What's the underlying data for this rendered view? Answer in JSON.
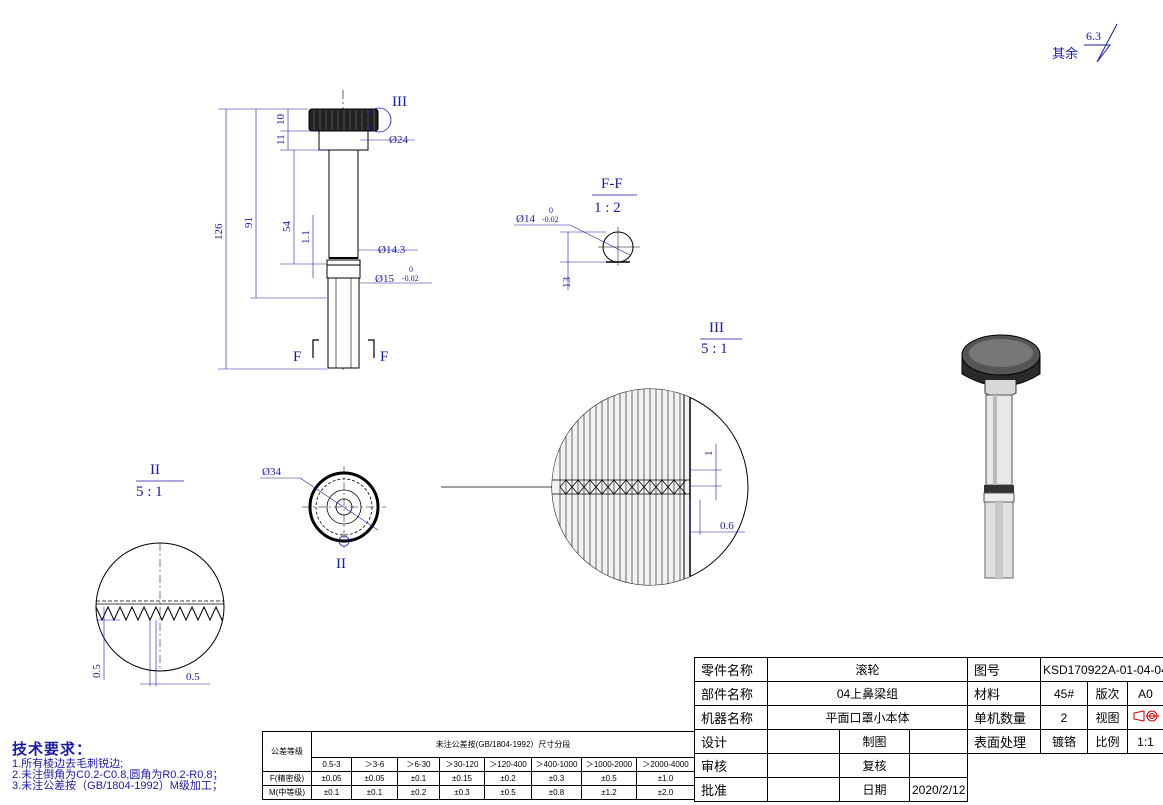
{
  "roughness": {
    "label": "其余",
    "value": "6.3"
  },
  "main_view": {
    "dims": {
      "d126": "126",
      "d91": "91",
      "d54": "54",
      "d11": "11",
      "d10": "10",
      "d1_1": "1.1"
    },
    "dia24": "Ø24",
    "dia14_3": "Ø14.3",
    "dia15": "Ø15",
    "tol15_up": "0",
    "tol15_lo": "-0.02",
    "section_mark": "F",
    "detail3_mark": "III"
  },
  "section_ff": {
    "title": "F-F",
    "scale": "1 : 2",
    "dia14": "Ø14",
    "tol_up": "0",
    "tol_lo": "-0.02",
    "dim13": "13"
  },
  "end_view": {
    "dia34": "Ø34",
    "detail2_mark": "II"
  },
  "detail_2": {
    "title": "II",
    "scale": "5 : 1",
    "d1": "0.5",
    "d2": "0.5"
  },
  "detail_3": {
    "title": "III",
    "scale": "5 : 1",
    "d1": "1",
    "d2": "0.6"
  },
  "notes": {
    "title": "技术要求：",
    "items": [
      "1.所有棱边去毛刺锐边;",
      "2.未注倒角为C0.2-C0.8,圆角为R0.2-R0.8；",
      "3.未注公差按（GB/1804-1992）M级加工；"
    ]
  },
  "tolerance_table": {
    "grade_header": "公差等级",
    "title": "未注公差按(GB/1804-1992）尺寸分段",
    "ranges": [
      "0.5-3",
      "＞3-6",
      "＞6-30",
      "＞30-120",
      "＞120-400",
      "＞400-1000",
      "＞1000-2000",
      "＞2000-4000"
    ],
    "rows": [
      {
        "grade": "F(精密级)",
        "values": [
          "±0.05",
          "±0.05",
          "±0.1",
          "±0.15",
          "±0.2",
          "±0.3",
          "±0.5",
          "±1.0"
        ]
      },
      {
        "grade": "M(中等级)",
        "values": [
          "±0.1",
          "±0.1",
          "±0.2",
          "±0.3",
          "±0.5",
          "±0.8",
          "±1.2",
          "±2.0"
        ]
      }
    ]
  },
  "title_block": {
    "part_name_label": "零件名称",
    "part_name": "滚轮",
    "drawing_no_label": "图号",
    "drawing_no": "KSD170922A-01-04-04",
    "component_label": "部件名称",
    "component": "04上鼻梁组",
    "material_label": "材料",
    "material": "45#",
    "revision_label": "版次",
    "revision": "A0",
    "machine_label": "机器名称",
    "machine": "平面口罩小本体",
    "qty_label": "单机数量",
    "qty": "2",
    "view_label": "视图",
    "design_label": "设计",
    "drawn_label": "制图",
    "surface_label": "表面处理",
    "surface": "镀铬",
    "scale_label": "比例",
    "scale": "1:1",
    "review_label": "审核",
    "recheck_label": "复核",
    "approve_label": "批准",
    "date_label": "日期",
    "date": "2020/2/12"
  }
}
